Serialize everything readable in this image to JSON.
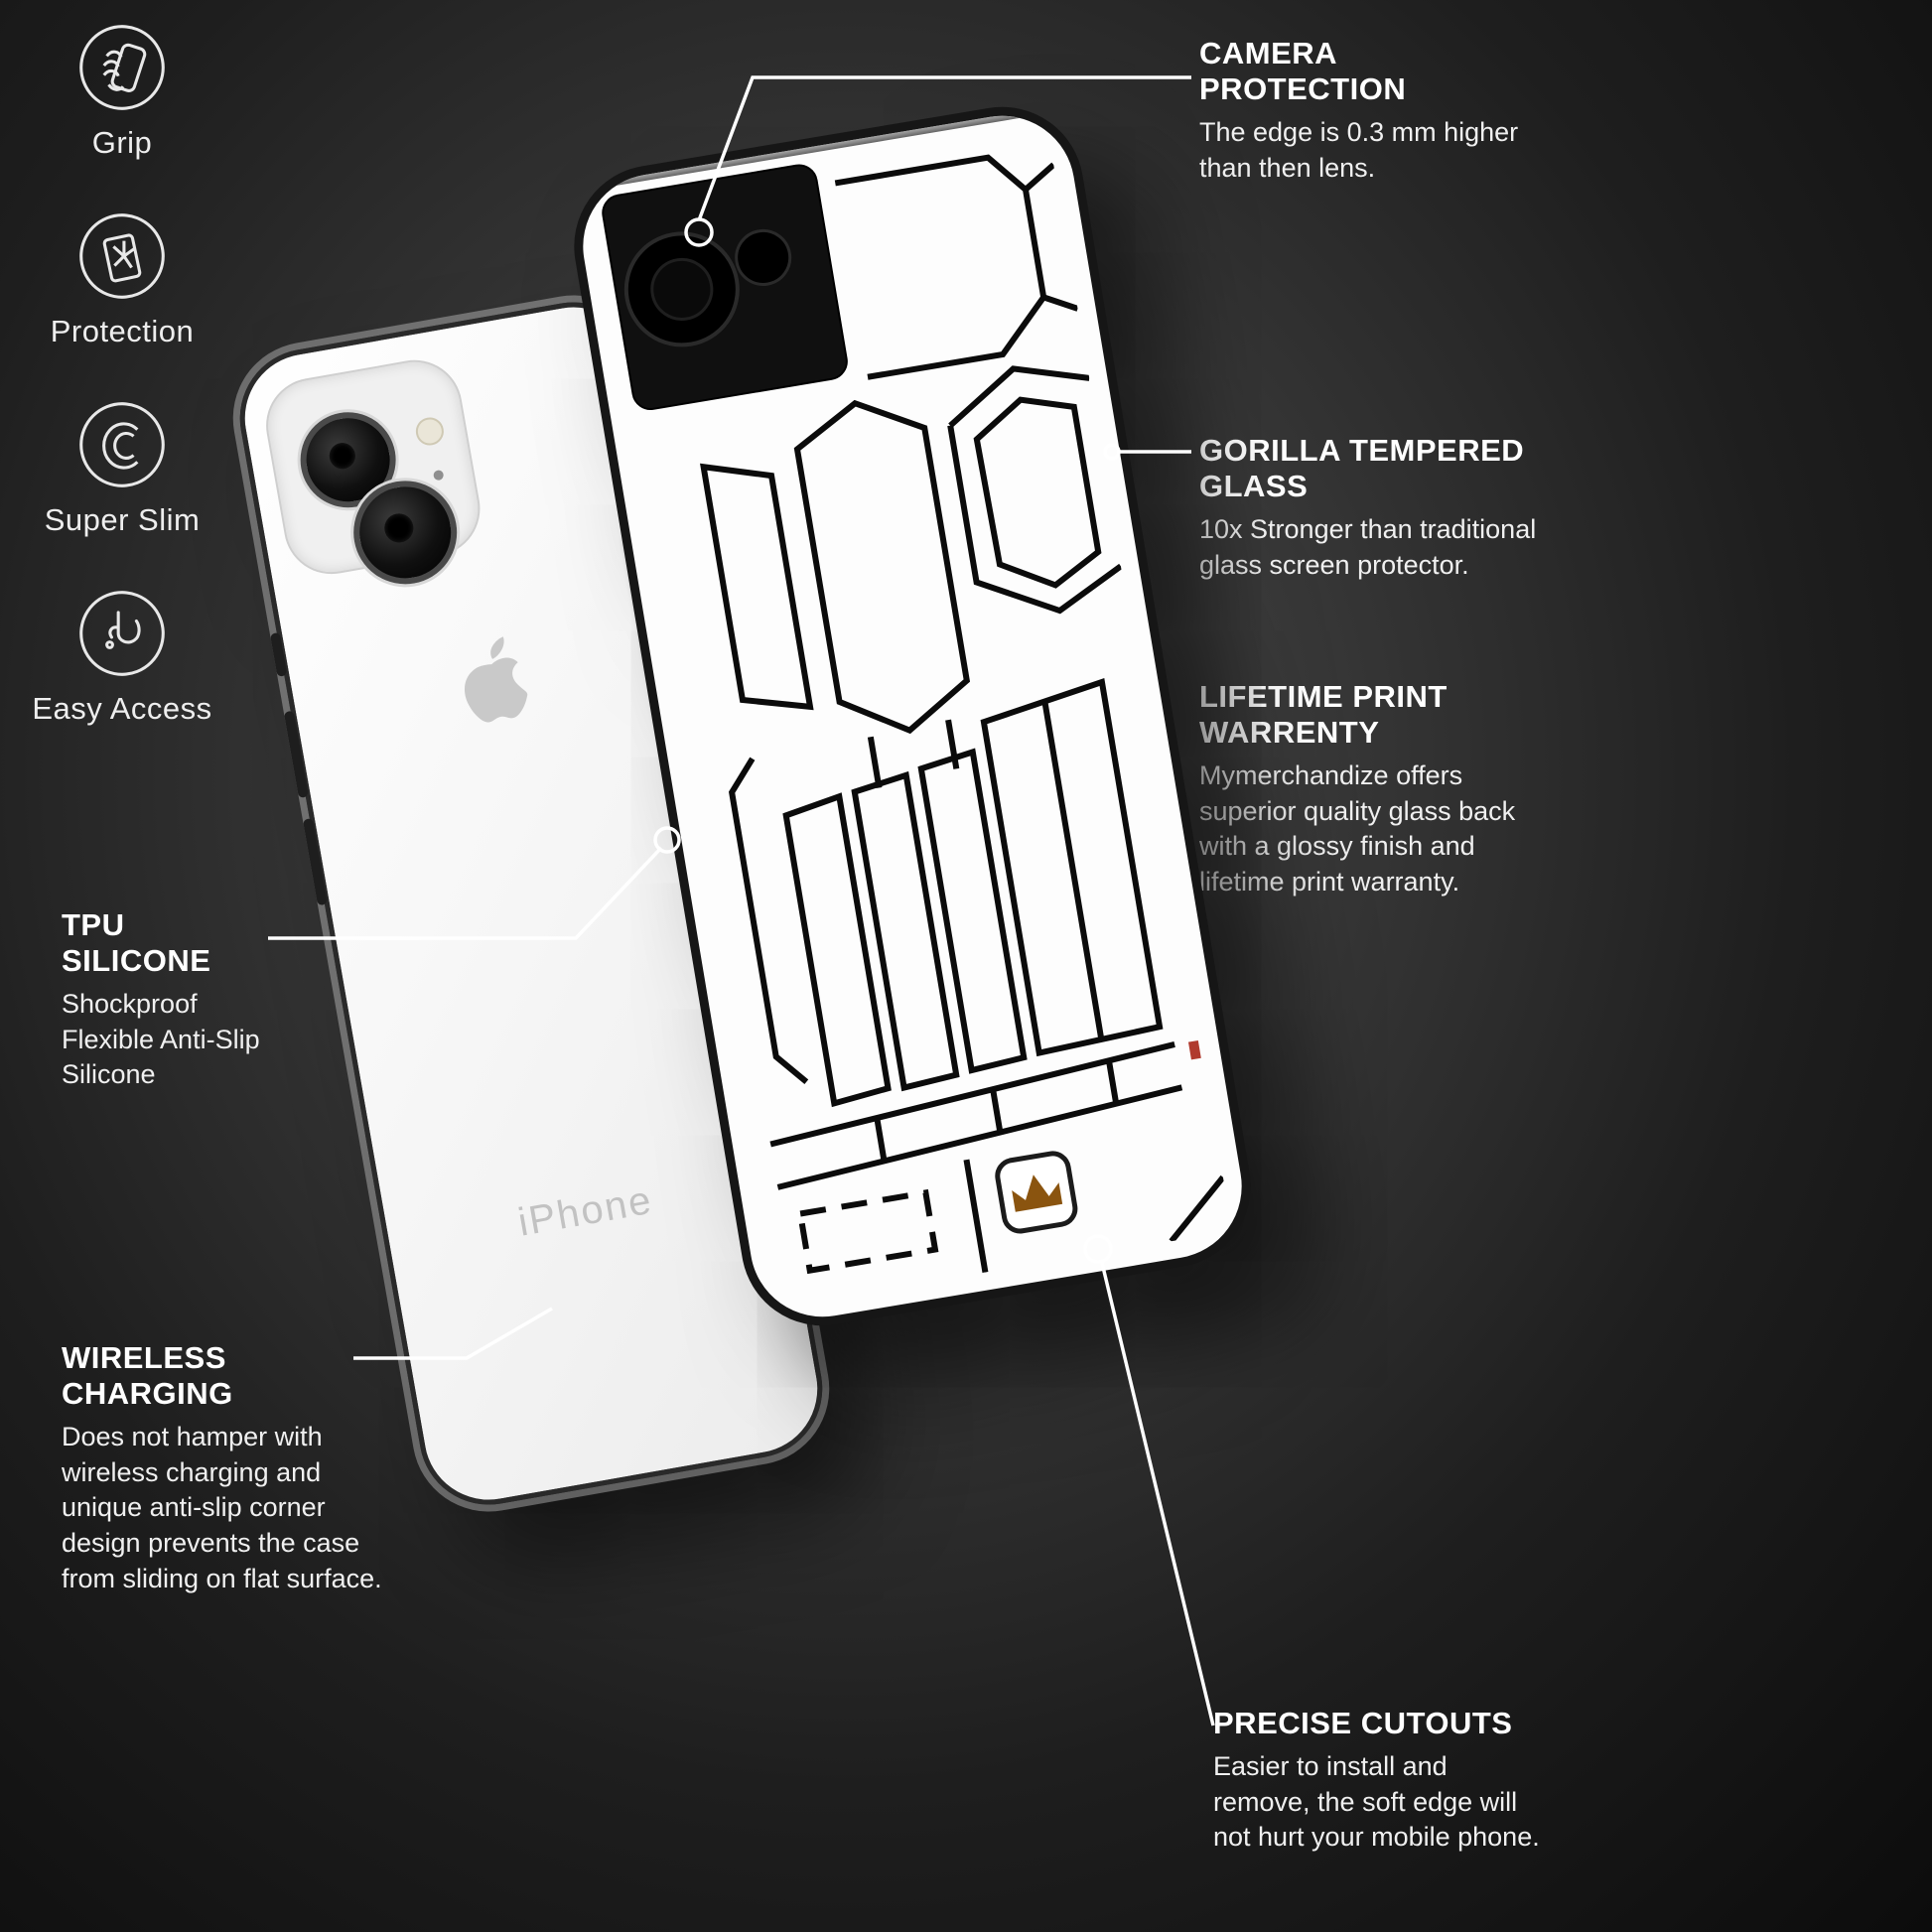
{
  "side_features": [
    {
      "label": "Grip"
    },
    {
      "label": "Protection"
    },
    {
      "label": "Super Slim"
    },
    {
      "label": "Easy Access"
    }
  ],
  "callouts": {
    "camera_protection": {
      "title": "CAMERA PROTECTION",
      "body": "The edge is 0.3 mm higher than then lens."
    },
    "gorilla_glass": {
      "title": "GORILLA TEMPERED GLASS",
      "body": "10x Stronger than traditional glass screen protector."
    },
    "lifetime_warranty": {
      "title": "LIFETIME PRINT WARRENTY",
      "body": "Mymerchandize offers superior quality glass back with a glossy finish and lifetime print warranty."
    },
    "tpu_silicone": {
      "title": "TPU SILICONE",
      "body": "Shockproof Flexible Anti-Slip Silicone"
    },
    "wireless_charging": {
      "title": "WIRELESS CHARGING",
      "body": "Does not hamper with wireless charging and unique anti-slip corner design prevents the case from sliding on flat surface."
    },
    "precise_cutouts": {
      "title": "PRECISE CUTOUTS",
      "body": "Easier to install and remove, the soft edge will not hurt your mobile phone."
    }
  },
  "phone": {
    "brand_text": "iPhone"
  },
  "colors": {
    "background": "#1e1e1e",
    "line": "#ffffff",
    "case_pattern": "#0b0b0b",
    "accent_red": "#b03a2e",
    "logo_bronze": "#8a540f"
  }
}
